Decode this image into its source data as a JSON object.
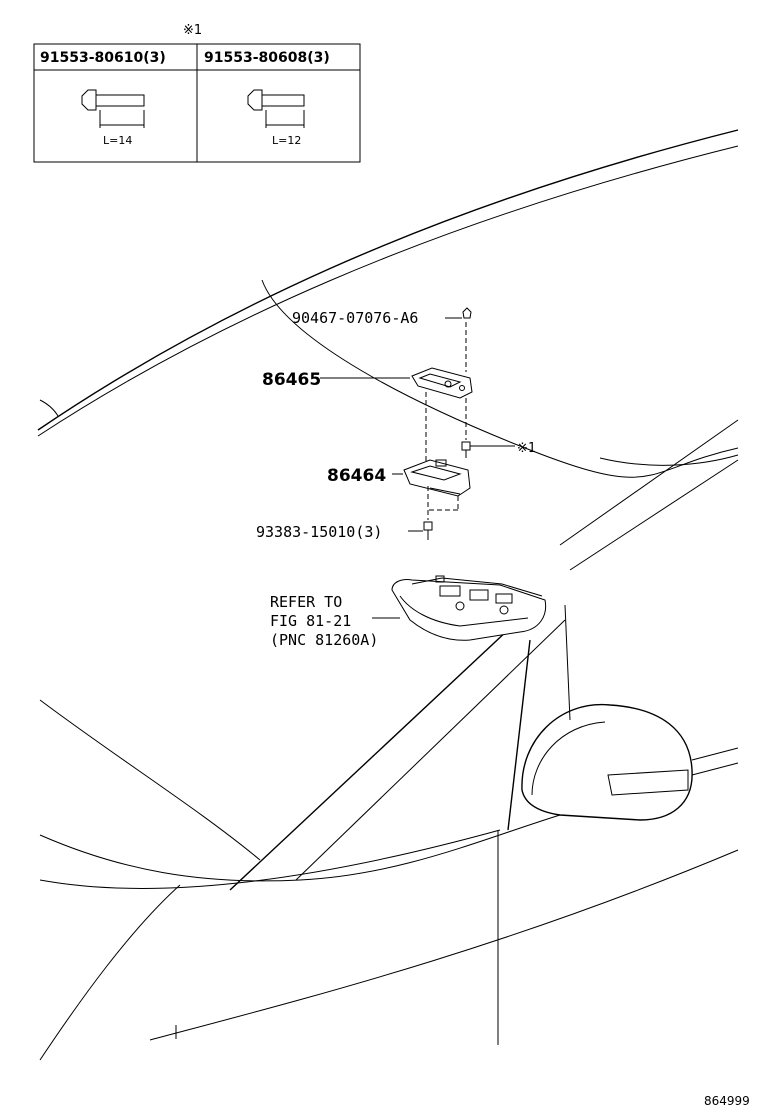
{
  "table": {
    "marker": "※1",
    "col1": {
      "part": "91553-80610(3)",
      "length": "L=14"
    },
    "col2": {
      "part": "91553-80608(3)",
      "length": "L=12"
    }
  },
  "callouts": {
    "clip": "90467-07076-A6",
    "bracket": "86465",
    "bolt_marker": "※1",
    "module": "86464",
    "screw": "93383-15010(3)",
    "refer_line1": "REFER TO",
    "refer_line2": "FIG 81-21",
    "refer_line3": "(PNC 81260A)"
  },
  "footer": {
    "code": "864999"
  }
}
